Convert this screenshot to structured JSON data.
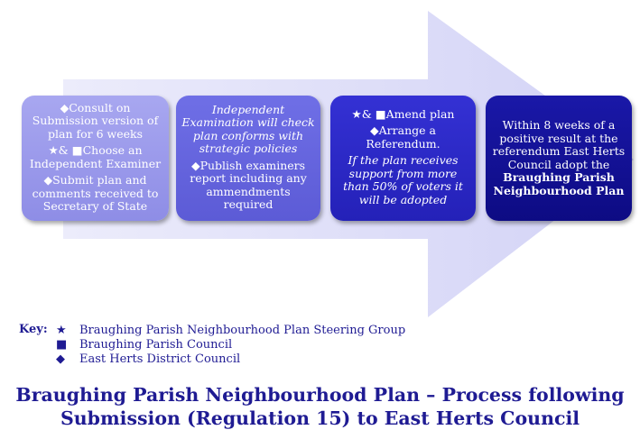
{
  "boxes": [
    {
      "paragraphs": [
        {
          "symbol": "◆",
          "text": "Consult on Submission version of plan for 6 weeks"
        },
        {
          "symbol": "★& ■",
          "text": "Choose an Independent Examiner"
        },
        {
          "symbol": "◆",
          "text": "Submit plan and comments received to Secretary of State"
        }
      ]
    },
    {
      "intro": "Independent Examination will check plan conforms with strategic policies",
      "paragraphs": [
        {
          "symbol": "◆",
          "text": "Publish examiners report including any ammendments required"
        }
      ]
    },
    {
      "paragraphs": [
        {
          "symbol": "★& ■",
          "text": "Amend plan"
        },
        {
          "symbol": "◆",
          "text": "Arrange a Referendum."
        }
      ],
      "note": "If the plan receives support from more than 50% of voters it will be adopted"
    },
    {
      "text": "Within 8 weeks of a positive result at the referendum East Herts Council adopt the",
      "bold": "Braughing Parish Neighbourhood Plan"
    }
  ],
  "key": {
    "title": "Key:",
    "items": [
      {
        "symbol": "★",
        "label": "Braughing Parish Neighbourhood Plan Steering Group"
      },
      {
        "symbol": "■",
        "label": "Braughing Parish Council"
      },
      {
        "symbol": "◆",
        "label": "East Herts District Council"
      }
    ]
  },
  "title_line1": "Braughing Parish Neighbourhood Plan – Process following",
  "title_line2": "Submission (Regulation 15) to East Herts Council",
  "colors": {
    "arrow": "#dcdcf8",
    "box1": "#9d9cec",
    "box2": "#6463dc",
    "box3": "#2c29c8",
    "box4": "#120f96",
    "title": "#1f1b93"
  }
}
